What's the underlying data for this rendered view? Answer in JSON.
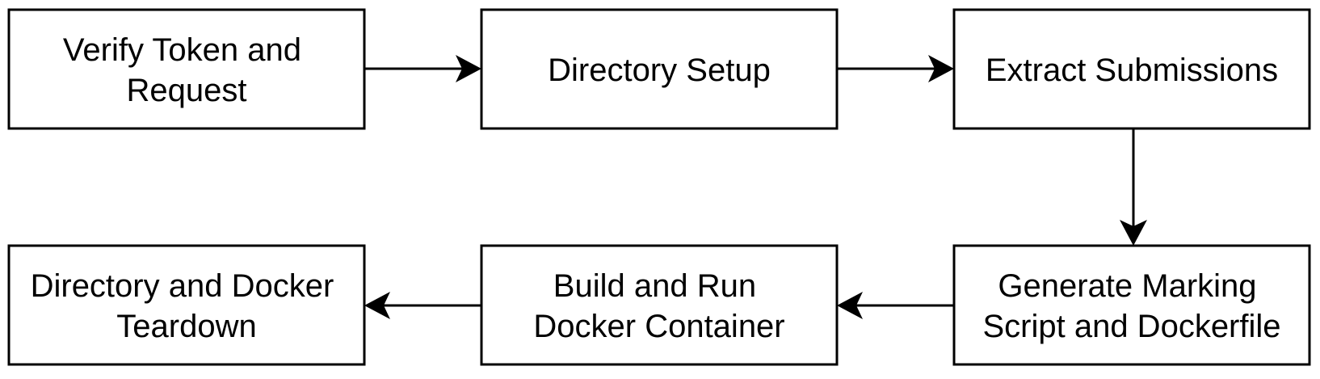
{
  "nodes": [
    {
      "id": "verify",
      "lines": [
        "Verify Token and",
        "Request"
      ]
    },
    {
      "id": "dirsetup",
      "lines": [
        "Directory Setup"
      ]
    },
    {
      "id": "extract",
      "lines": [
        "Extract Submissions"
      ]
    },
    {
      "id": "generate",
      "lines": [
        "Generate Marking",
        "Script and Dockerfile"
      ]
    },
    {
      "id": "build",
      "lines": [
        "Build and Run",
        "Docker Container"
      ]
    },
    {
      "id": "teardown",
      "lines": [
        "Directory and Docker",
        "Teardown"
      ]
    }
  ],
  "edges": [
    {
      "from": "verify",
      "to": "dirsetup"
    },
    {
      "from": "dirsetup",
      "to": "extract"
    },
    {
      "from": "extract",
      "to": "generate"
    },
    {
      "from": "generate",
      "to": "build"
    },
    {
      "from": "build",
      "to": "teardown"
    }
  ]
}
